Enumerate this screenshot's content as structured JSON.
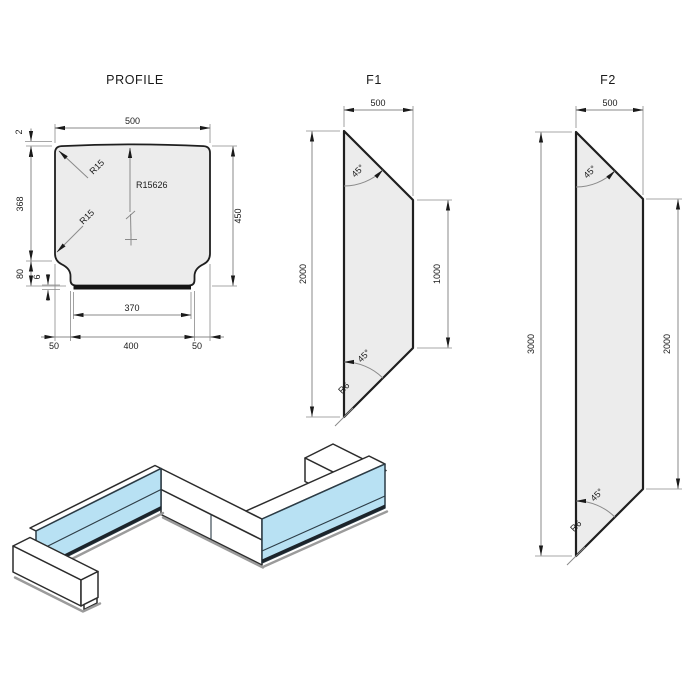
{
  "colors": {
    "panel-blue": "#b8e1f3",
    "shape-fill": "#ececec",
    "outline": "#1f1f1f",
    "dim-line": "#8a8a8a",
    "shadow": "#9b9b9b",
    "base-strip": "#1c242b",
    "text": "#1a1a1a",
    "background": "#ffffff"
  },
  "views": {
    "profile": {
      "title": "PROFILE",
      "dims": {
        "top_width": "500",
        "crown_height": "2",
        "side_upper": "368",
        "side_lower": "80",
        "strip_thickness": "6",
        "strip_width": "370",
        "bottom_left": "50",
        "bottom_center": "400",
        "bottom_right": "50",
        "side_right": "450"
      },
      "radii": {
        "top_corner": "R15",
        "step_corner": "R15",
        "crown": "R15626"
      }
    },
    "f1": {
      "title": "F1",
      "dims": {
        "top_width": "500",
        "left_height": "2000",
        "right_height": "1000",
        "angle_top": "45°",
        "angle_bottom": "45°",
        "radius_bottom": "R6"
      }
    },
    "f2": {
      "title": "F2",
      "dims": {
        "top_width": "500",
        "left_height": "3000",
        "right_height": "2000",
        "angle_top": "45°",
        "angle_bottom": "45°",
        "radius_bottom": "R6"
      }
    }
  }
}
